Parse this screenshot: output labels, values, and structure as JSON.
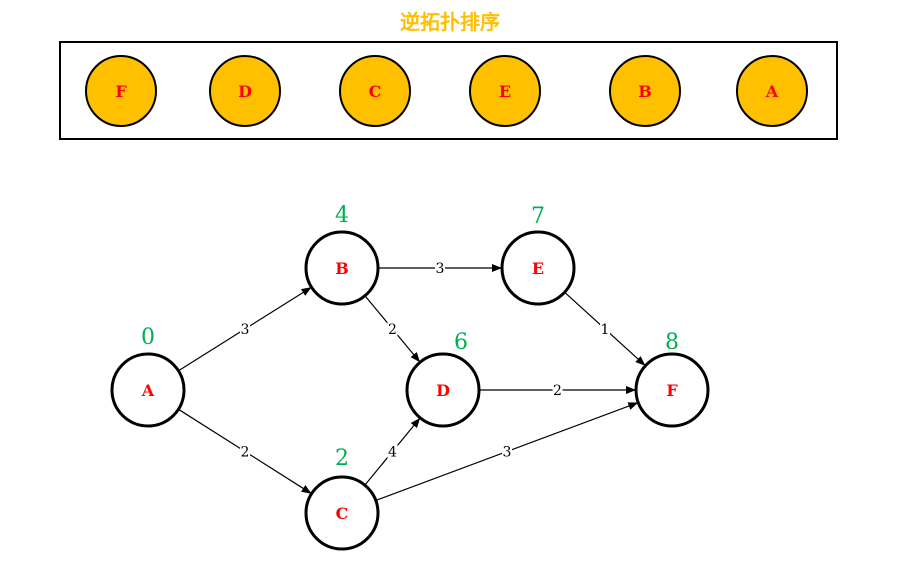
{
  "title": "逆拓扑排序",
  "colors": {
    "title": "#FFC000",
    "node_fill_sorted": "#FFC000",
    "node_label": "#FF0000",
    "node_stroke": "#000000",
    "value_label": "#00B050",
    "edge": "#000000"
  },
  "order": [
    "F",
    "D",
    "C",
    "E",
    "B",
    "A"
  ],
  "graph": {
    "nodes": [
      {
        "id": "A",
        "value": "0"
      },
      {
        "id": "B",
        "value": "4"
      },
      {
        "id": "C",
        "value": "2"
      },
      {
        "id": "D",
        "value": "6"
      },
      {
        "id": "E",
        "value": "7"
      },
      {
        "id": "F",
        "value": "8"
      }
    ],
    "edges": [
      {
        "from": "A",
        "to": "B",
        "weight": "3"
      },
      {
        "from": "A",
        "to": "C",
        "weight": "2"
      },
      {
        "from": "B",
        "to": "E",
        "weight": "3"
      },
      {
        "from": "B",
        "to": "D",
        "weight": "2"
      },
      {
        "from": "C",
        "to": "D",
        "weight": "4"
      },
      {
        "from": "C",
        "to": "F",
        "weight": "3"
      },
      {
        "from": "D",
        "to": "F",
        "weight": "2"
      },
      {
        "from": "E",
        "to": "F",
        "weight": "1"
      }
    ]
  }
}
